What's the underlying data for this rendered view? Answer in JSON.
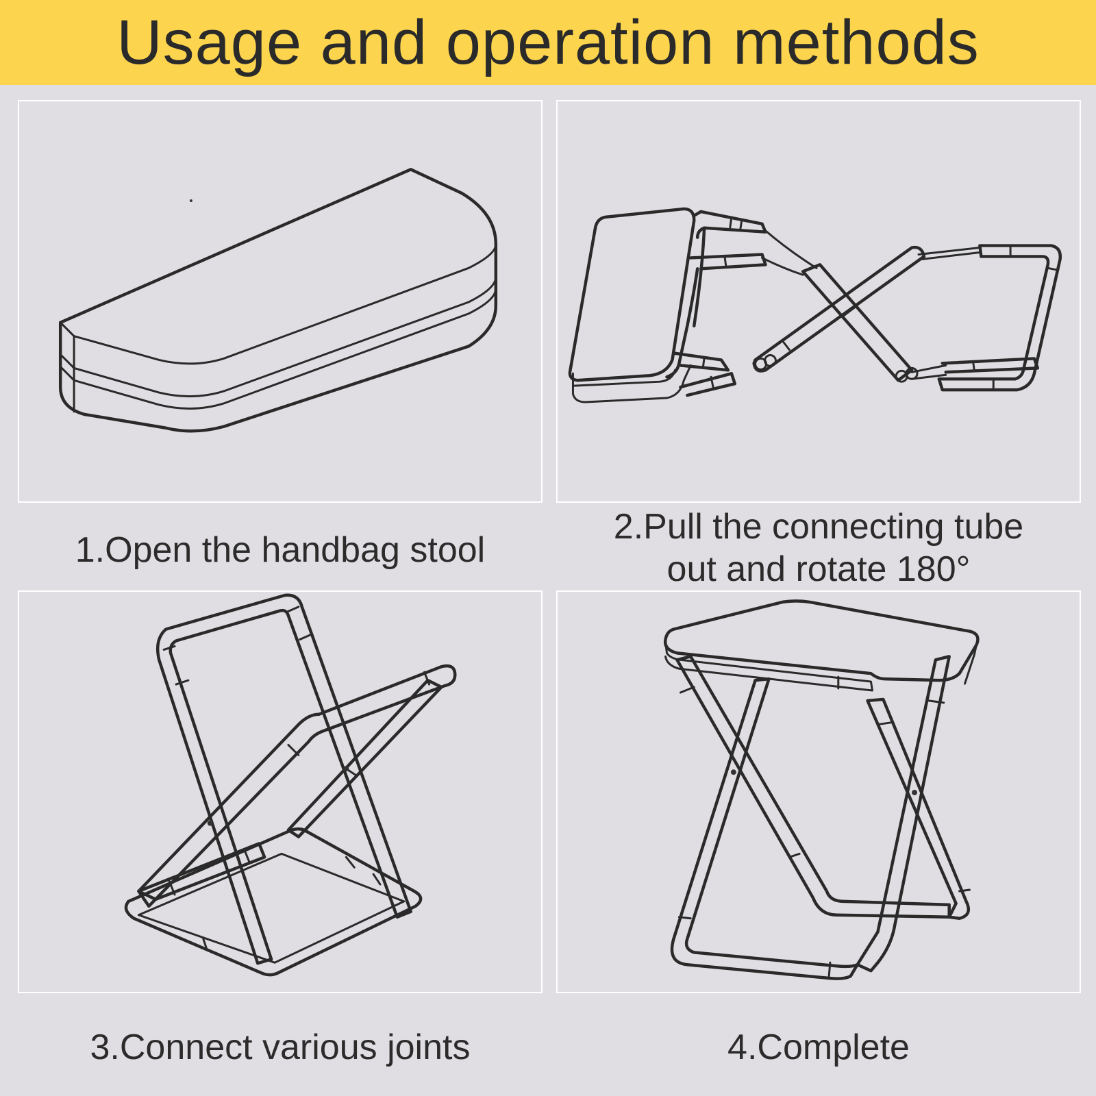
{
  "header": {
    "title": "Usage and operation methods"
  },
  "steps": [
    {
      "caption": "1.Open the handbag stool"
    },
    {
      "caption_line1": "2.Pull the connecting tube",
      "caption_line2": "out and rotate 180°"
    },
    {
      "caption": "3.Connect various joints"
    },
    {
      "caption": "4.Complete"
    }
  ],
  "colors": {
    "banner": "#fcd44e",
    "background": "#e0dee2",
    "panel_border": "#ffffff",
    "text": "#2b2b2b"
  }
}
